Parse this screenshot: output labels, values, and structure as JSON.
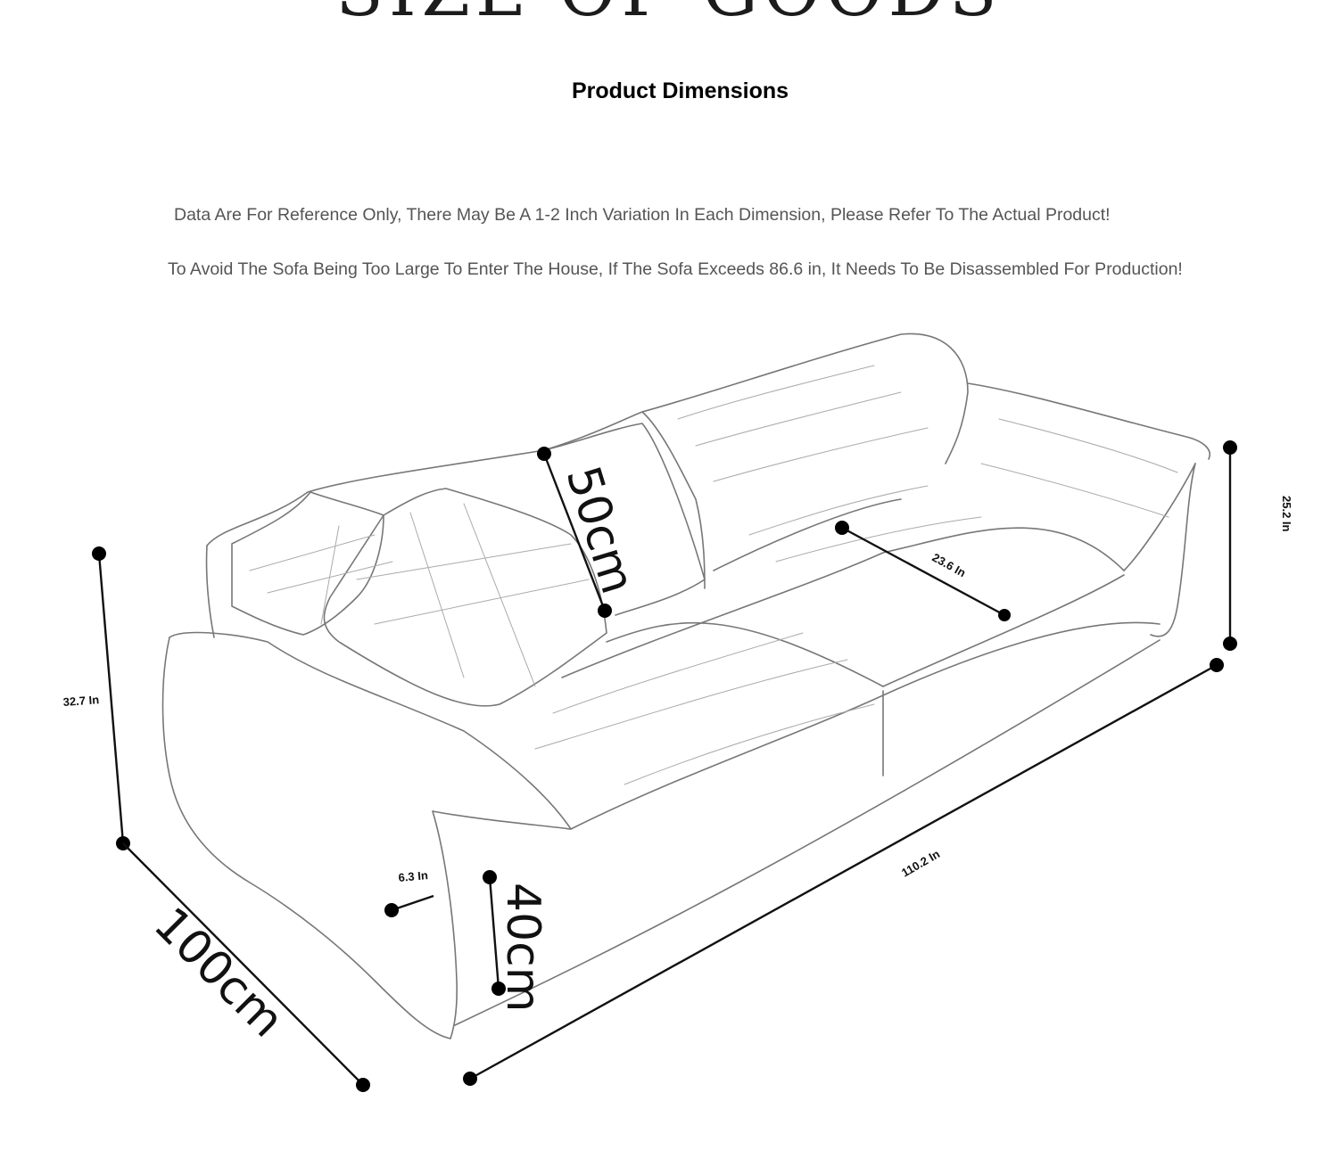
{
  "banner_title": "SIZE OF GOODS",
  "subtitle": "Product Dimensions",
  "notes": [
    "Data Are For Reference Only, There May Be A 1-2 Inch Variation In Each Dimension, Please Refer To The Actual Product!",
    "To Avoid The Sofa Being Too Large To Enter The House, If The Sofa Exceeds 86.6 in, It Needs To Be Disassembled For Production!"
  ],
  "dimensions": {
    "back_cushion": "50cm",
    "seat_depth": "23.6 In",
    "arm_height": "25.2 In",
    "overall_height": "32.7 In",
    "overall_depth": "100cm",
    "arm_width": "6.3 In",
    "seat_height": "40cm",
    "overall_length": "110.2 In"
  }
}
